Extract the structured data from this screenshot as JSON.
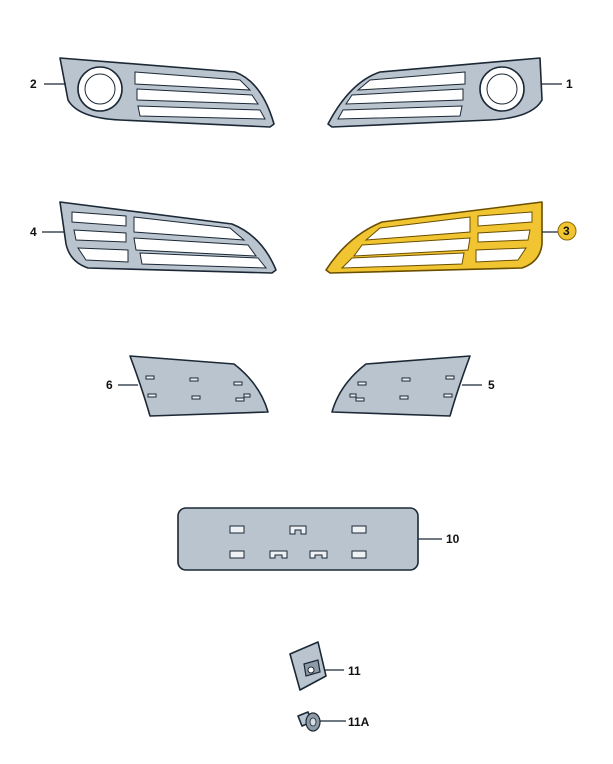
{
  "callouts": {
    "p1": "1",
    "p2": "2",
    "p3": "3",
    "p4": "4",
    "p5": "5",
    "p6": "6",
    "p10": "10",
    "p11": "11",
    "p11a": "11A"
  },
  "colors": {
    "part": "#b9c4cf",
    "outline": "#1b2836",
    "highlight": "#f1c531"
  }
}
